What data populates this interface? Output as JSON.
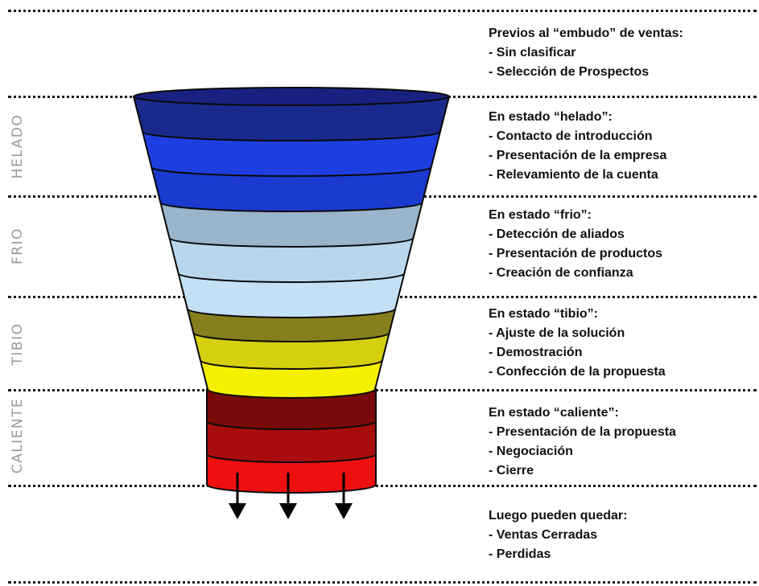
{
  "stages": [
    {
      "key": "previos",
      "label": "",
      "heading": "Previos al “embudo” de ventas:",
      "items": [
        "- Sin clasificar",
        "- Selección de Prospectos"
      ]
    },
    {
      "key": "helado",
      "label": "HELADO",
      "heading": "En estado “helado”:",
      "items": [
        "- Contacto de introducción",
        "- Presentación de la empresa",
        "- Relevamiento de la cuenta"
      ],
      "bands": [
        "#1a2a8c",
        "#1e3ee0",
        "#1a3ad0"
      ]
    },
    {
      "key": "frio",
      "label": "FRIO",
      "heading": "En estado “frio”:",
      "items": [
        "- Detección de aliados",
        "- Presentación de productos",
        "- Creación de confianza"
      ],
      "bands": [
        "#9ab4cc",
        "#b8d6ec",
        "#c4e0f4"
      ]
    },
    {
      "key": "tibio",
      "label": "TIBIO",
      "heading": "En estado “tibio”:",
      "items": [
        "- Ajuste de la solución",
        "- Demostración",
        "- Confección de la propuesta"
      ],
      "bands": [
        "#857e1c",
        "#d6cf10",
        "#f5f000"
      ]
    },
    {
      "key": "caliente",
      "label": "CALIENTE",
      "heading": "En estado “caliente”:",
      "items": [
        "- Presentación de la propuesta",
        "- Negociación",
        "- Cierre"
      ],
      "bands": [
        "#7a0a0a",
        "#a80c0c",
        "#ee1010"
      ]
    },
    {
      "key": "luego",
      "label": "",
      "heading": "Luego pueden quedar:",
      "items": [
        "- Ventas Cerradas",
        "- Perdidas"
      ]
    }
  ],
  "colors": {
    "outline": "#0a0a0a",
    "rim": "#1a2080",
    "divider": "#1a1a1a",
    "label": "#9a9a9a"
  }
}
